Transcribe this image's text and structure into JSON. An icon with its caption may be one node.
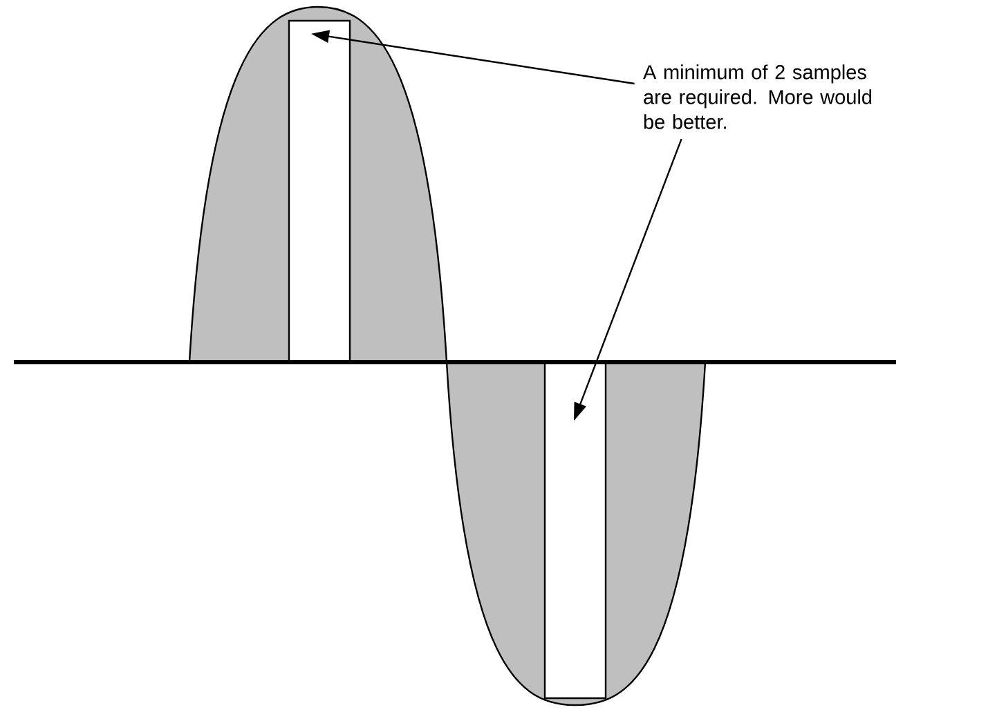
{
  "diagram": {
    "nodes": [
      {
        "text": [
          "A minimum of 2 samples are required. More would be better."
        ]
      },
      {
        "text": [],
        "shape": "bar"
      },
      {
        "text": [],
        "shape": "bar"
      }
    ],
    "edges": [
      {
        "from": 0,
        "to": 1,
        "arrow": "to"
      },
      {
        "from": 0,
        "to": 2,
        "arrow": "to"
      }
    ]
  }
}
